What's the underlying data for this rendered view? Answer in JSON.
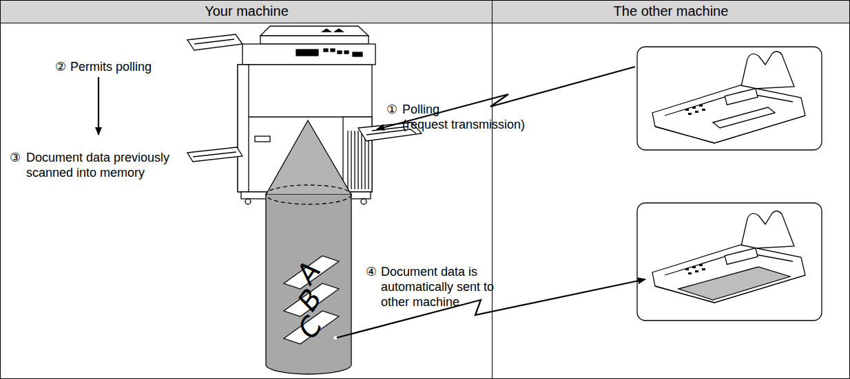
{
  "diagram": {
    "nodes": [
      {
        "text": [
          "Your machine"
        ]
      },
      {
        "text": [
          "The other machine"
        ]
      }
    ],
    "labels": [
      "②",
      "Permits polling",
      "③",
      "Document data previously scanned into memory",
      "①",
      "Polling (request transmission)",
      "④",
      "Document data is automatically sent to other machine",
      "A",
      "B",
      "C"
    ]
  }
}
